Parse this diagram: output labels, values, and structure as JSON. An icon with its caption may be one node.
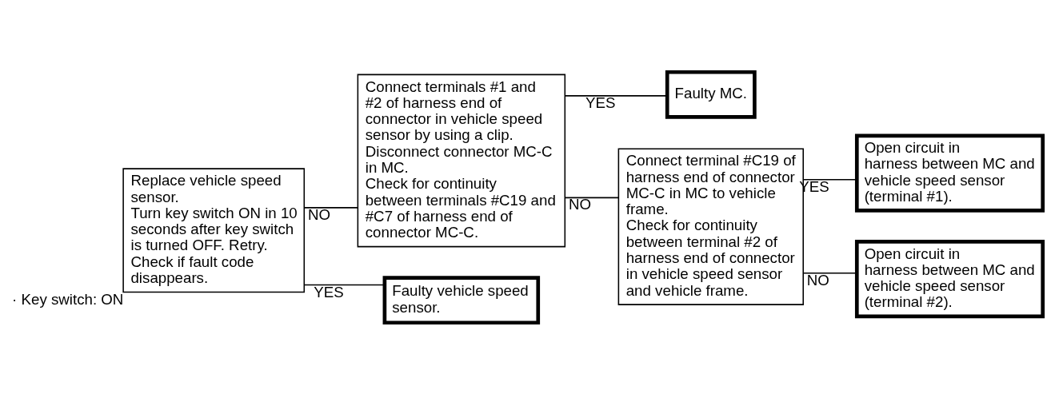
{
  "diagram": {
    "nodes": [
      {
        "text": [
          "Replace vehicle speed sensor.",
          "Turn key switch ON in 10 seconds after key switch is turned OFF. Retry.",
          "Check if fault code disappears."
        ],
        "beside": [
          "· Key switch: ON"
        ]
      },
      {
        "text": [
          "Connect terminals #1 and #2 of harness end of connector in vehicle speed sensor by using a clip.",
          "Disconnect connector MC-C in MC.",
          "Check for continuity between terminals #C19 and #C7 of harness end of connector MC-C."
        ]
      },
      {
        "text": [
          "Faulty MC."
        ]
      },
      {
        "text": [
          "Connect terminal #C19 of harness end of connector MC-C in MC to vehicle frame.",
          "Check for continuity between terminal #2 of harness end of connector in vehicle speed sensor and vehicle frame."
        ]
      },
      {
        "text": [
          "Open circuit in harness between MC and vehicle speed sensor (terminal #1)."
        ]
      },
      {
        "text": [
          "Open circuit in harness between MC and vehicle speed sensor (terminal #2)."
        ]
      },
      {
        "text": [
          "Faulty vehicle speed sensor."
        ]
      }
    ],
    "edges": [
      {
        "from": 0,
        "to": 1,
        "arrow": "none",
        "label": "NO"
      },
      {
        "from": 0,
        "to": 6,
        "arrow": "none",
        "label": "YES"
      },
      {
        "from": 1,
        "to": 2,
        "arrow": "none",
        "label": "YES"
      },
      {
        "from": 1,
        "to": 3,
        "arrow": "none",
        "label": "NO"
      },
      {
        "from": 3,
        "to": 4,
        "arrow": "none",
        "label": "YES"
      },
      {
        "from": 3,
        "to": 5,
        "arrow": "none",
        "label": "NO"
      }
    ]
  }
}
